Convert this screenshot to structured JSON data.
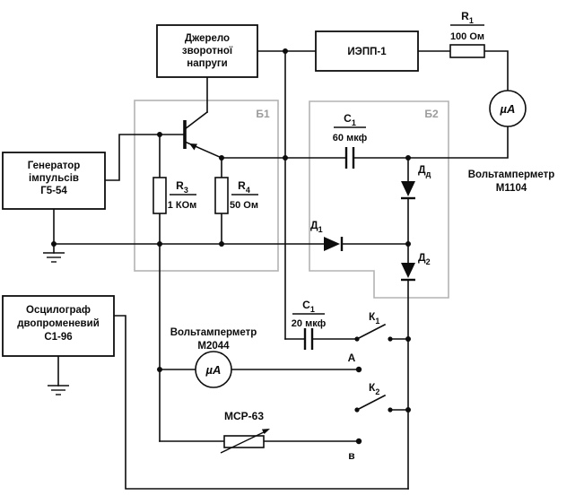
{
  "boxes": {
    "source": {
      "line1": "Джерело",
      "line2": "зворотної",
      "line3": "напруги"
    },
    "iepp": {
      "label": "ИЭПП-1"
    },
    "generator": {
      "line1": "Генератор",
      "line2": "імпульсів",
      "line3": "Г5-54"
    },
    "oscilloscope": {
      "line1": "Осцилограф",
      "line2": "двопроменевий",
      "line3": "С1-96"
    }
  },
  "blocks": {
    "b1": "Б1",
    "b2": "Б2"
  },
  "resistors": {
    "r1": {
      "name": "R",
      "sub": "1",
      "value": "100 Ом"
    },
    "r3": {
      "name": "R",
      "sub": "3",
      "value": "1 КОм"
    },
    "r4": {
      "name": "R",
      "sub": "4",
      "value": "50 Ом"
    },
    "mcr": {
      "label": "МСР-63"
    }
  },
  "capacitors": {
    "c60": {
      "name": "С",
      "sub": "1",
      "value": "60 мкф"
    },
    "c20": {
      "name": "С",
      "sub": "1",
      "value": "20 мкф"
    }
  },
  "diodes": {
    "dd": {
      "name": "Д",
      "sub": "д"
    },
    "d1": {
      "name": "Д",
      "sub": "1"
    },
    "d2": {
      "name": "Д",
      "sub": "2"
    }
  },
  "switches": {
    "k1": {
      "name": "К",
      "sub": "1"
    },
    "k2": {
      "name": "К",
      "sub": "2"
    }
  },
  "meters": {
    "m1104": {
      "dial": "µА",
      "line1": "Вольтамперметр",
      "line2": "М1104"
    },
    "m2044": {
      "dial": "µА",
      "line1": "Вольтамперметр",
      "line2": "М2044"
    }
  },
  "points": {
    "a": "А",
    "b": "в"
  },
  "colors": {
    "wire": "#0d0d0d",
    "block_outline": "#b3b3b3",
    "block_label": "#9c9c9c",
    "background": "#ffffff"
  }
}
